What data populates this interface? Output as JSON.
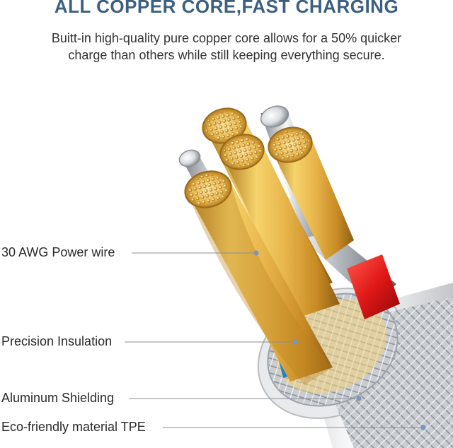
{
  "header": {
    "title": "ALL COPPER CORE,FAST CHARGING",
    "description_line1": "Buitt-in high-quality pure copper core allows for a 50% quicker",
    "description_line2": "charge than others while still keeping everything secure."
  },
  "callouts": [
    {
      "label": "30 AWG Power wire"
    },
    {
      "label": "Precision Insulation"
    },
    {
      "label": "Aluminum Shielding"
    },
    {
      "label": "Eco-friendly material TPE"
    }
  ],
  "colors": {
    "title": "#3d6080",
    "copper": "#d8a63a",
    "insulation_red": "#e02020",
    "insulation_blue": "#2f8fe0",
    "shield": "#c8ccd2",
    "jacket": "#f2f2f2"
  }
}
